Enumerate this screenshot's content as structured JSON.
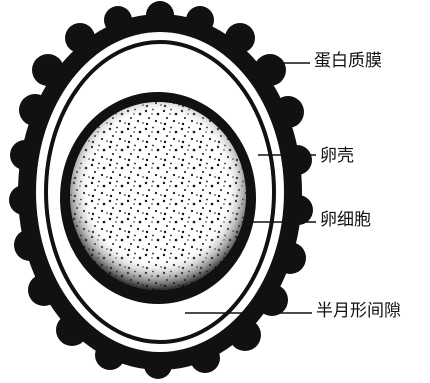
{
  "figure": {
    "labels": [
      {
        "id": "albumin-membrane",
        "text": "蛋白质膜"
      },
      {
        "id": "egg-shell",
        "text": "卵壳"
      },
      {
        "id": "egg-cell",
        "text": "卵细胞"
      },
      {
        "id": "crescent-space",
        "text": "半月形间隙"
      }
    ],
    "colors": {
      "ink": "#111111",
      "paper": "#ffffff"
    }
  }
}
